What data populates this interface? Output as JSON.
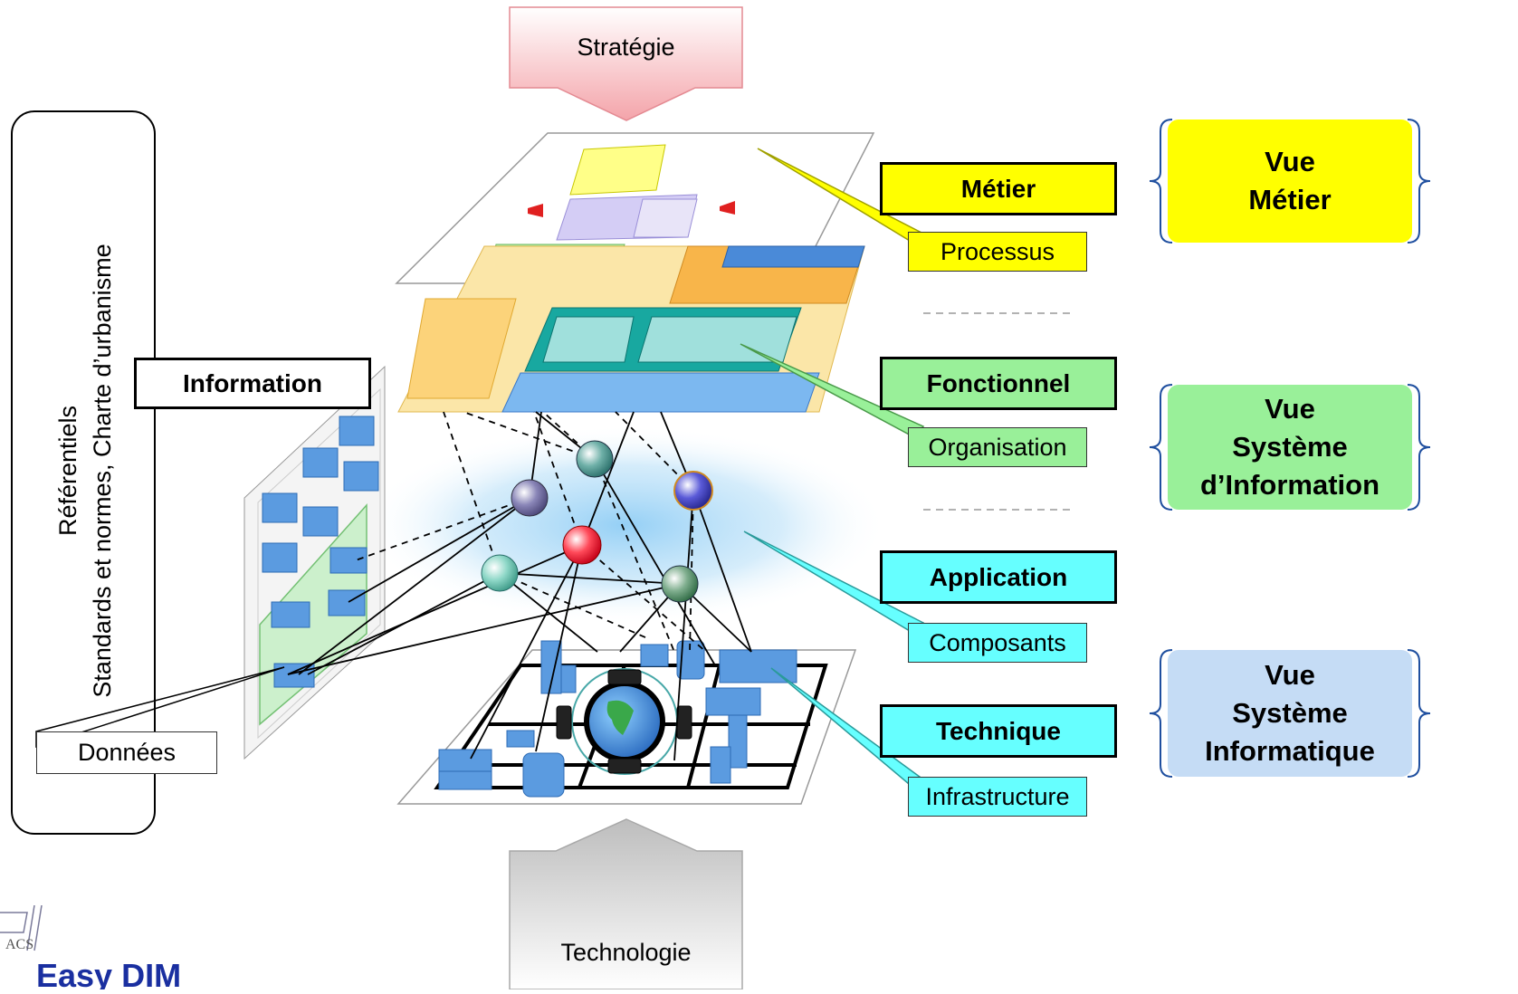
{
  "arrows": {
    "top_label": "Stratégie",
    "bottom_label": "Technologie"
  },
  "referentiels": {
    "line1": "Référentiels",
    "line2": "Standards et normes, Charte d’urbanisme"
  },
  "information_label": "Information",
  "donnees_label": "Données",
  "layers": [
    {
      "name": "Métier",
      "sub": "Processus",
      "color": "#ffff00"
    },
    {
      "name": "Fonctionnel",
      "sub": "Organisation",
      "color": "#99f099"
    },
    {
      "name": "Application",
      "sub": "Composants",
      "color": "#66ffff"
    },
    {
      "name": "Technique",
      "sub": "Infrastructure",
      "color": "#66ffff"
    }
  ],
  "views": [
    {
      "line1": "Vue",
      "line2": "Métier",
      "line3": "",
      "color": "#ffff00"
    },
    {
      "line1": "Vue",
      "line2": "Système",
      "line3": "d’Information",
      "color": "#99f099"
    },
    {
      "line1": "Vue",
      "line2": "Système",
      "line3": "Informatique",
      "color": "#c5dcf5"
    }
  ],
  "logo": {
    "text": "Easy DIM",
    "small": "ACS"
  }
}
